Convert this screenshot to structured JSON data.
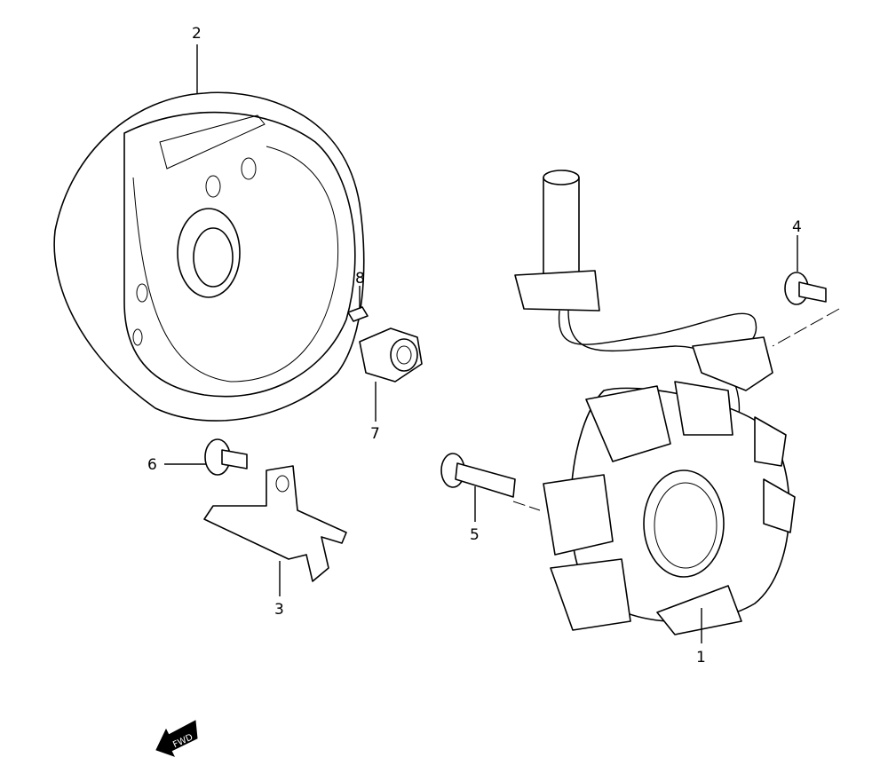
{
  "diagram": {
    "callouts": [
      {
        "id": "1",
        "label": "1"
      },
      {
        "id": "2",
        "label": "2"
      },
      {
        "id": "3",
        "label": "3"
      },
      {
        "id": "4",
        "label": "4"
      },
      {
        "id": "5",
        "label": "5"
      },
      {
        "id": "6",
        "label": "6"
      },
      {
        "id": "7",
        "label": "7"
      },
      {
        "id": "8",
        "label": "8"
      }
    ],
    "direction_indicator": {
      "label": "FWD",
      "icon": "arrow-left-icon"
    }
  }
}
